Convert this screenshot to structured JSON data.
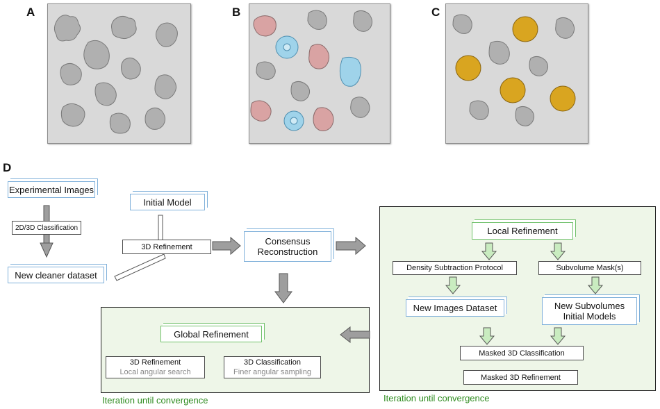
{
  "panels": {
    "a": "A",
    "b": "B",
    "c": "C",
    "d": "D"
  },
  "colors": {
    "grey_particle": "#a9a9a9",
    "pink_particle": "#d9a3a3",
    "blue_particle": "#9fd3ea",
    "gold_particle": "#d9a520",
    "green_text": "#2e8b1f",
    "blue_border": "#7fb0da",
    "green_border": "#6fc06a",
    "region_fill": "#eef6e8"
  },
  "flow": {
    "experimental_images": "Experimental Images",
    "classification_2d3d": "2D/3D Classification",
    "new_cleaner_dataset": "New cleaner dataset",
    "initial_model": "Initial Model",
    "refinement_3d": "3D Refinement",
    "consensus_line1": "Consensus",
    "consensus_line2": "Reconstruction"
  },
  "global": {
    "title": "Global Refinement",
    "left_title": "3D Refinement",
    "left_sub": "Local angular search",
    "right_title": "3D Classification",
    "right_sub": "Finer angular sampling",
    "iteration": "Iteration until convergence"
  },
  "local": {
    "title": "Local Refinement",
    "density": "Density Subtraction Protocol",
    "subvolume_mask": "Subvolume Mask(s)",
    "new_images": "New Images Dataset",
    "new_subvol_line1": "New Subvolumes",
    "new_subvol_line2": "Initial Models",
    "masked_class": "Masked 3D Classification",
    "masked_refine": "Masked 3D Refinement",
    "iteration": "Iteration until convergence"
  }
}
